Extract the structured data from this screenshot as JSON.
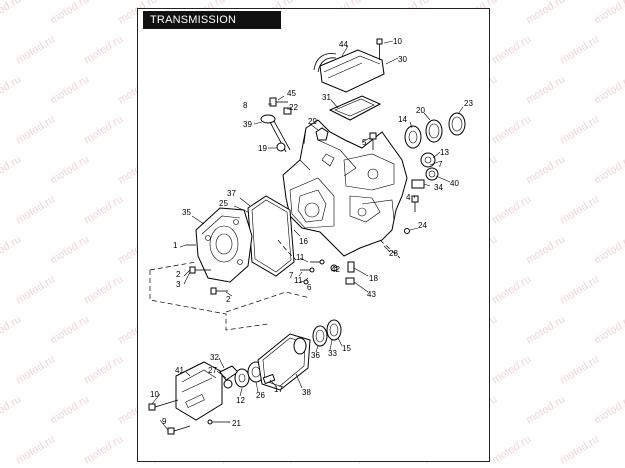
{
  "title": "TRANSMISSION HOUSING",
  "watermark": "motod.ru",
  "callouts": [
    "1",
    "2",
    "3",
    "4",
    "5",
    "6",
    "7",
    "8",
    "9",
    "10",
    "11",
    "12",
    "13",
    "14",
    "15",
    "16",
    "17",
    "18",
    "19",
    "20",
    "21",
    "22",
    "23",
    "24",
    "25",
    "26",
    "27",
    "28",
    "29",
    "30",
    "31",
    "32",
    "33",
    "34",
    "35",
    "36",
    "37",
    "38",
    "39",
    "40",
    "41",
    "42",
    "43",
    "44",
    "45"
  ],
  "colors": {
    "frame": "#222222",
    "title_bg": "#111111",
    "title_fg": "#ffffff",
    "watermark": "#e3b4b4"
  }
}
